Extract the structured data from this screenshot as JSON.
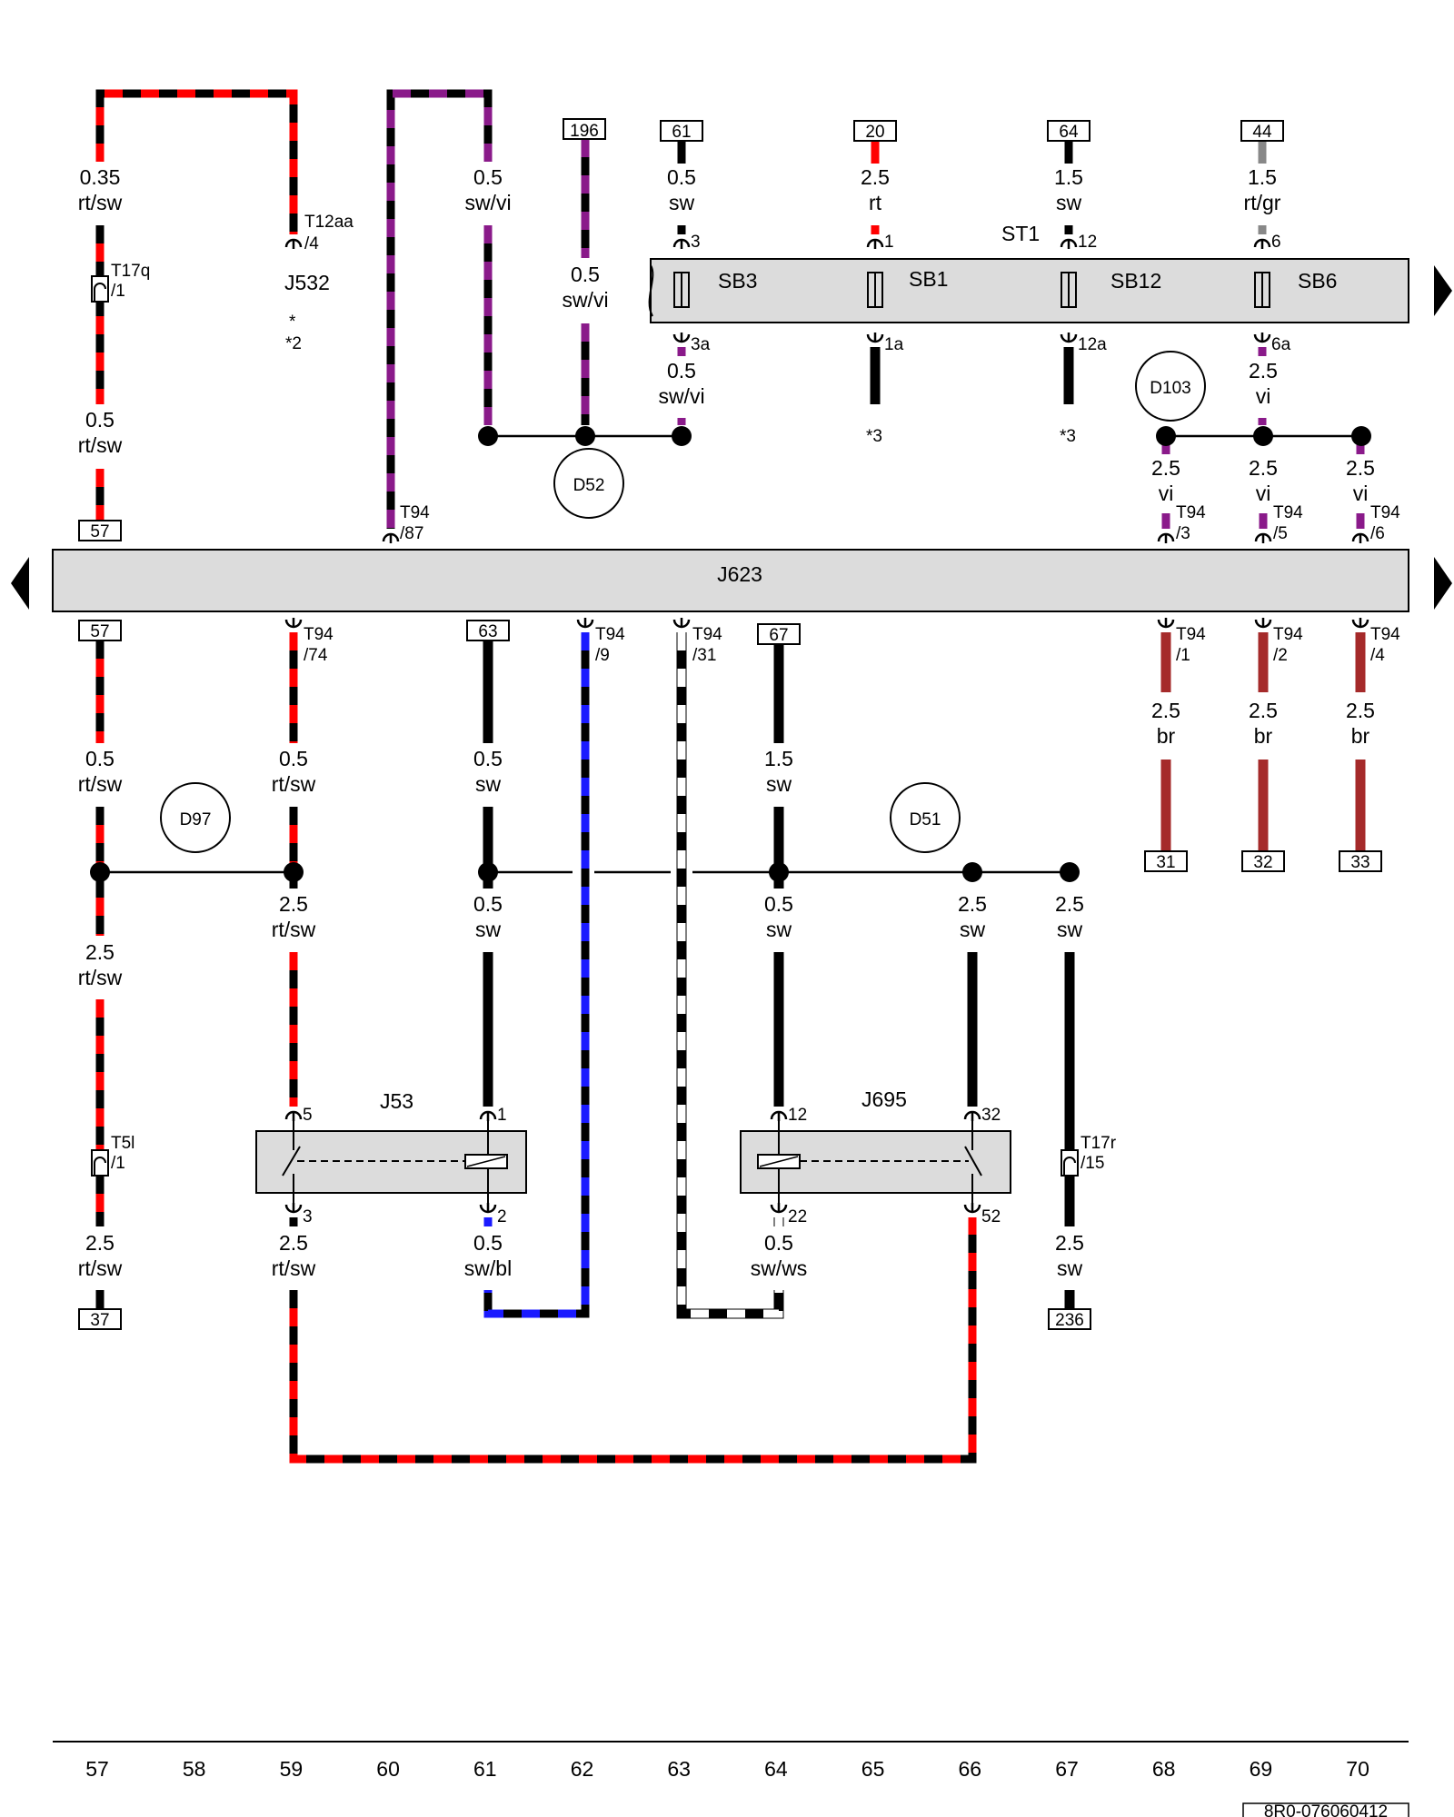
{
  "colors": {
    "black": "#000000",
    "red": "#ff0000",
    "violet": "#8a1a8a",
    "blue": "#1a1aff",
    "brown": "#a52a2a",
    "grey": "#888888",
    "white": "#ffffff",
    "component_fill": "#dcdcdc"
  },
  "components": {
    "fuse_holder": "ST1",
    "fuses": [
      "SB3",
      "SB1",
      "SB12",
      "SB6"
    ],
    "gateway": "J623",
    "relay_left": "J53",
    "relay_right": "J695",
    "ecu_ref": "J532"
  },
  "splices": [
    "D52",
    "D103",
    "D97",
    "D51"
  ],
  "references": {
    "top": [
      "196",
      "61",
      "20",
      "64",
      "44"
    ],
    "left_57_top": "57",
    "left_57_bottom": "57",
    "mid": [
      "63",
      "67"
    ],
    "right": [
      "31",
      "32",
      "33"
    ],
    "bottom": [
      "37",
      "236"
    ]
  },
  "wires": {
    "w1": {
      "size": "0.35",
      "color": "rt/sw"
    },
    "w2": {
      "size": "0.5",
      "color": "sw/vi"
    },
    "w3": {
      "size": "0.5",
      "color": "sw/vi"
    },
    "w4": {
      "size": "0.5",
      "color": "sw"
    },
    "w5": {
      "size": "2.5",
      "color": "rt"
    },
    "w6": {
      "size": "1.5",
      "color": "sw"
    },
    "w7": {
      "size": "1.5",
      "color": "rt/gr"
    },
    "w8": {
      "size": "0.5",
      "color": "sw/vi"
    },
    "w9": {
      "size": "2.5",
      "color": "vi"
    },
    "w10": {
      "size": "0.5",
      "color": "rt/sw"
    },
    "w11": {
      "size": "2.5",
      "color": "vi"
    },
    "w12": {
      "size": "2.5",
      "color": "vi"
    },
    "w13": {
      "size": "2.5",
      "color": "vi"
    },
    "w14": {
      "size": "2.5",
      "color": "br"
    },
    "w15": {
      "size": "2.5",
      "color": "br"
    },
    "w16": {
      "size": "2.5",
      "color": "br"
    },
    "w17": {
      "size": "0.5",
      "color": "rt/sw"
    },
    "w18": {
      "size": "0.5",
      "color": "rt/sw"
    },
    "w19": {
      "size": "0.5",
      "color": "sw"
    },
    "w20": {
      "size": "1.5",
      "color": "sw"
    },
    "w21": {
      "size": "2.5",
      "color": "rt/sw"
    },
    "w22": {
      "size": "0.5",
      "color": "sw"
    },
    "w23": {
      "size": "0.5",
      "color": "sw"
    },
    "w24": {
      "size": "2.5",
      "color": "sw"
    },
    "w25": {
      "size": "2.5",
      "color": "sw"
    },
    "w26": {
      "size": "2.5",
      "color": "rt/sw"
    },
    "w27": {
      "size": "2.5",
      "color": "rt/sw"
    },
    "w28": {
      "size": "2.5",
      "color": "rt/sw"
    },
    "w29": {
      "size": "0.5",
      "color": "sw/bl"
    },
    "w30": {
      "size": "0.5",
      "color": "sw/ws"
    },
    "w31": {
      "size": "2.5",
      "color": "sw"
    }
  },
  "pins": {
    "t12aa": "T12aa",
    "t12aa_n": "/4",
    "t17q": "T17q",
    "t17q_n": "/1",
    "p3": "3",
    "p1": "1",
    "p12": "12",
    "p6": "6",
    "p3a": "3a",
    "p1a": "1a",
    "p12a": "12a",
    "p6a": "6a",
    "t94": "T94",
    "t94_87": "/87",
    "t94_3": "/3",
    "t94_5": "/5",
    "t94_6": "/6",
    "t94_74": "/74",
    "t94_9": "/9",
    "t94_31": "/31",
    "t94_1": "/1",
    "t94_2": "/2",
    "t94_4": "/4",
    "j53_5": "5",
    "j53_1": "1",
    "j53_3": "3",
    "j53_2": "2",
    "j695_12": "12",
    "j695_32": "32",
    "j695_22": "22",
    "j695_52": "52",
    "t5l": "T5l",
    "t5l_n": "/1",
    "t17r": "T17r",
    "t17r_n": "/15"
  },
  "notes": {
    "star": "*",
    "star2": "*2",
    "star3": "*3"
  },
  "scale": [
    "57",
    "58",
    "59",
    "60",
    "61",
    "62",
    "63",
    "64",
    "65",
    "66",
    "67",
    "68",
    "69",
    "70"
  ],
  "doc_number": "8R0-076060412"
}
